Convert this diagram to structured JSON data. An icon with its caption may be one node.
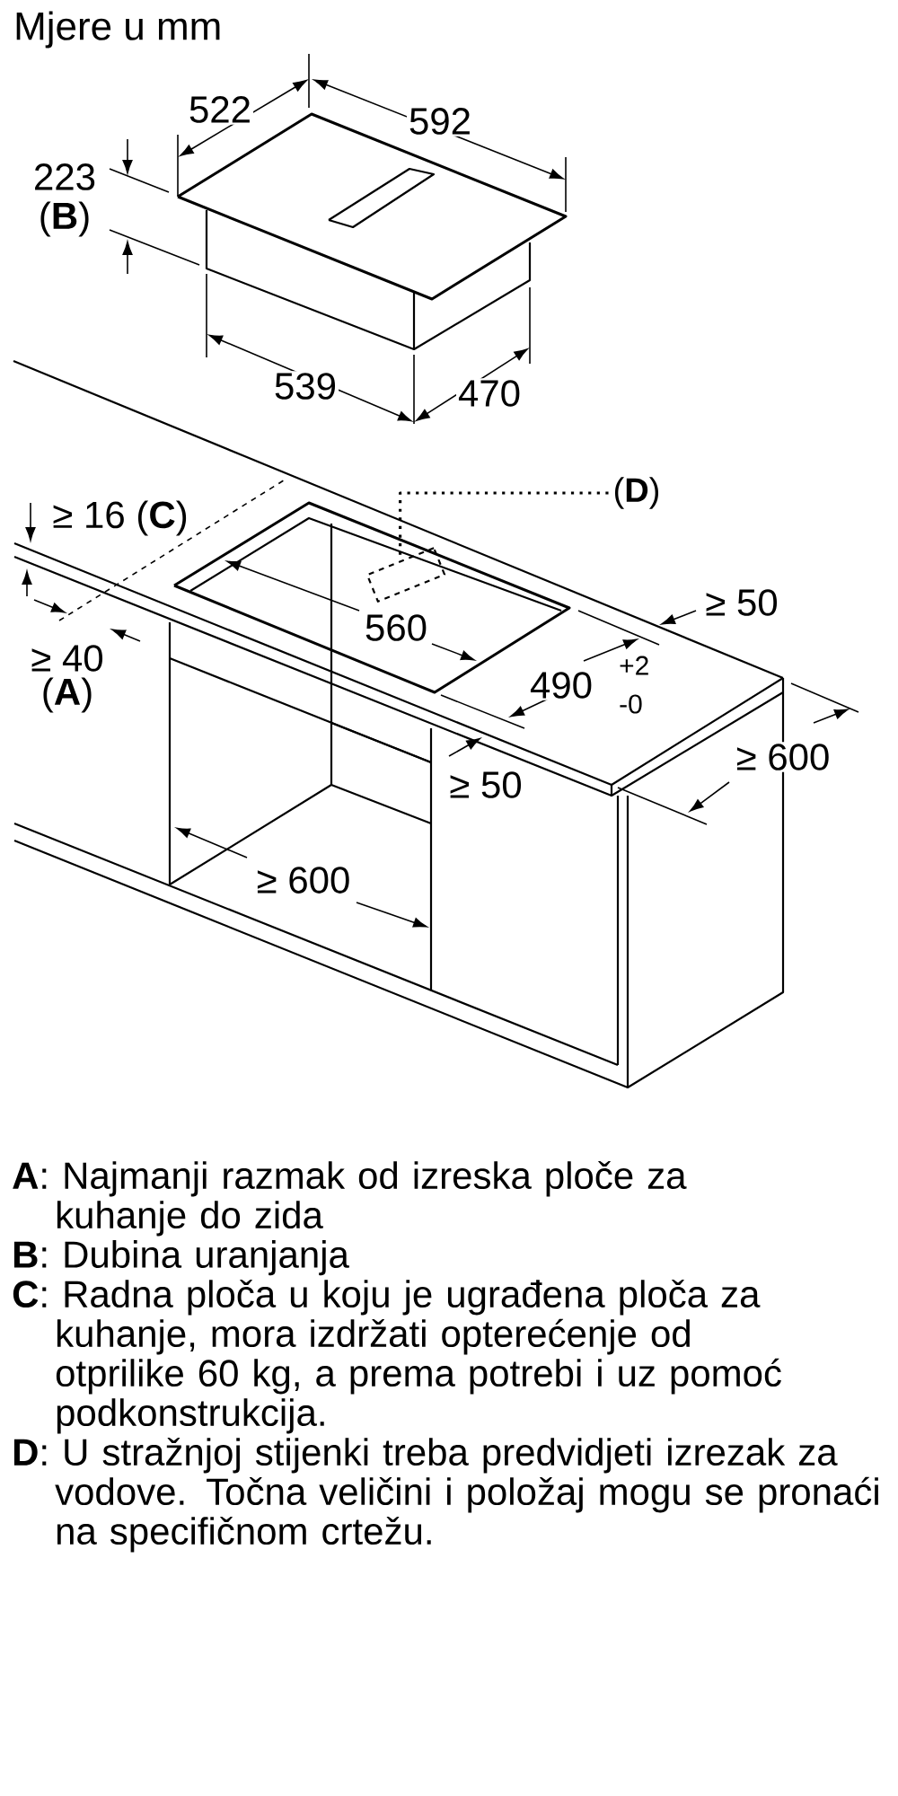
{
  "diagram": {
    "nodes": [
      {
        "text": [
          "(**D**)"
        ]
      },
      {
        "text": [],
        "shape": "box"
      }
    ],
    "edges": [
      {
        "from": 0,
        "to": 1,
        "arrow": "none",
        "style": "dashed"
      }
    ],
    "labels": [
      "Mjere u mm",
      "522",
      "592",
      "223",
      "(**B**)",
      "539",
      "470",
      "≥ 16 (**C**)",
      "≥ 40",
      "(**A**)",
      "560",
      "490",
      "+2",
      "-0",
      "≥ 50",
      "≥ 600",
      "≥ 50",
      "≥ 600",
      "**A**: Najmanji razmak od izreska ploče za kuhanje do zida",
      "**B**: Dubina uranjanja",
      "**C**: Radna ploča u koju je ugrađena ploča za kuhanje, mora izdržati opterećenje od otprilike 60 kg, a prema potrebi i uz pomoć podkonstrukcija.",
      "**D**: U stražnjoj stijenki treba predvidjeti izrezak za vodove. Točna veličini i položaj mogu se pronaći na specifičnom crtežu."
    ]
  }
}
